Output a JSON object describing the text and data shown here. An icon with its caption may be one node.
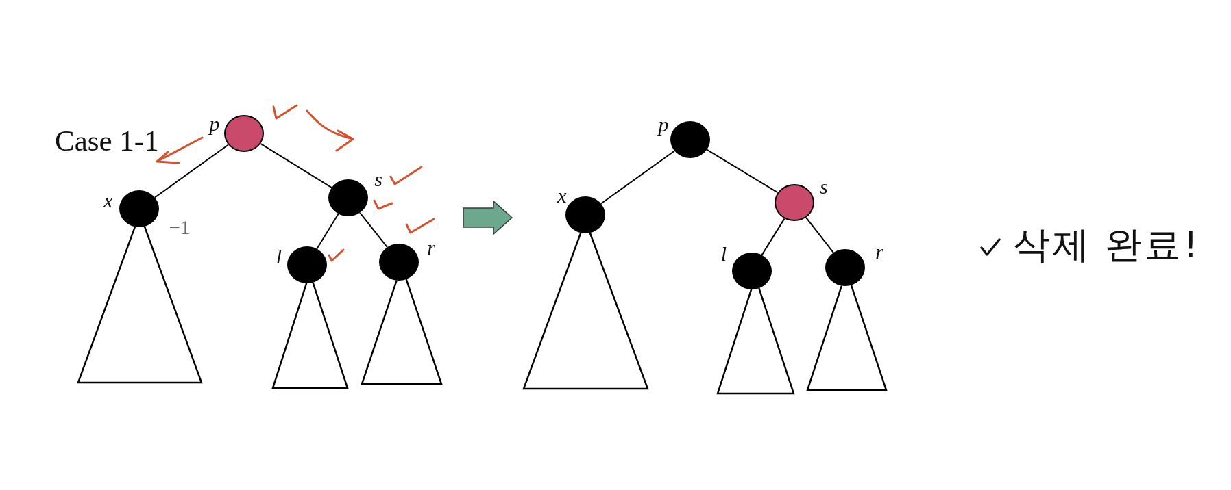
{
  "diagram": {
    "nodes": [
      {
        "text": [
          "p"
        ]
      },
      {
        "text": [
          "x"
        ],
        "beside": [
          "−1"
        ]
      },
      {
        "text": [
          "s"
        ]
      },
      {
        "text": [
          "l"
        ]
      },
      {
        "text": [
          "r"
        ]
      },
      {
        "text": [
          "p"
        ]
      },
      {
        "text": [
          "x"
        ]
      },
      {
        "text": [
          "s"
        ]
      },
      {
        "text": [
          "l"
        ]
      },
      {
        "text": [
          "r"
        ]
      }
    ],
    "edges": [
      {
        "from": 0,
        "to": 1,
        "arrow": "none"
      },
      {
        "from": 0,
        "to": 2,
        "arrow": "none"
      },
      {
        "from": 2,
        "to": 3,
        "arrow": "none"
      },
      {
        "from": 2,
        "to": 4,
        "arrow": "none"
      },
      {
        "from": 5,
        "to": 6,
        "arrow": "none"
      },
      {
        "from": 5,
        "to": 7,
        "arrow": "none"
      },
      {
        "from": 7,
        "to": 8,
        "arrow": "none"
      },
      {
        "from": 7,
        "to": 9,
        "arrow": "none"
      }
    ],
    "labels": [
      "Case 1-1",
      "삭제 완료!"
    ]
  }
}
